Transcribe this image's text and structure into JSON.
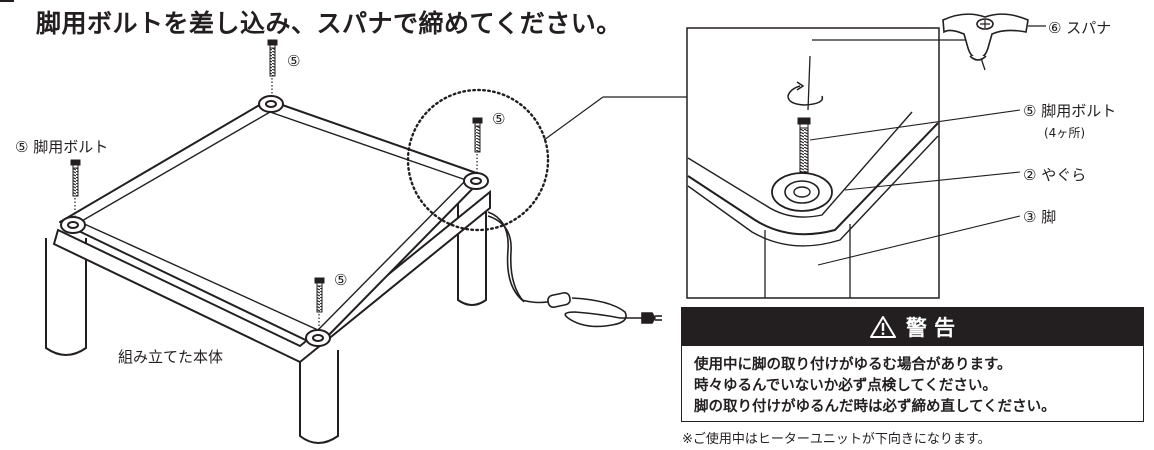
{
  "title": "脚用ボルトを差し込み、スパナで締めてください。",
  "labels": {
    "bolt_number": "⑤",
    "leg_bolt": "⑤ 脚用ボルト",
    "leg_bolt_zoom": "⑤ 脚用ボルト",
    "leg_bolt_count": "(4ヶ所)",
    "wrench": "⑥ スパナ",
    "frame": "② やぐら",
    "leg": "③ 脚",
    "assembled_body": "組み立てた本体"
  },
  "warning": {
    "heading": "警 告",
    "lines": [
      "使用中に脚の取り付けがゆるむ場合があります。",
      "時々ゆるんでいないか必ず点検してください。",
      "脚の取り付けがゆるんだ時は必ず締め直してください。"
    ]
  },
  "note": "※ご使用中はヒーターユニットが下向きになります。"
}
